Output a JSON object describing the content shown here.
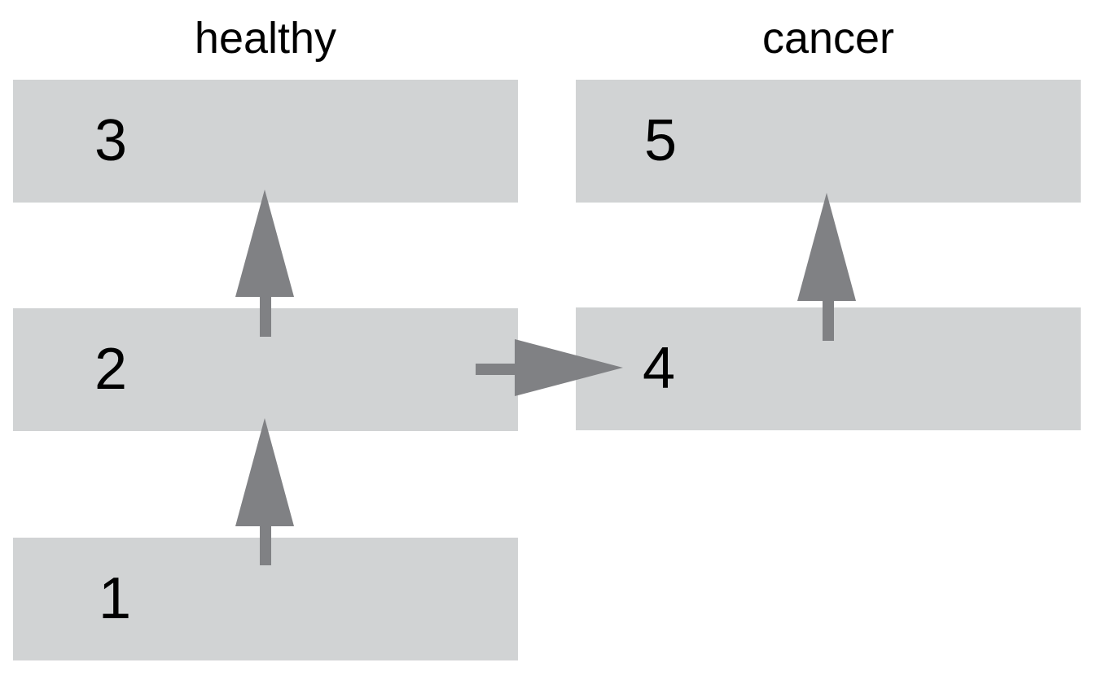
{
  "columns": {
    "left_title": "healthy",
    "right_title": "cancer"
  },
  "boxes": {
    "b1": "1",
    "b2": "2",
    "b3": "3",
    "b4": "4",
    "b5": "5"
  },
  "colors": {
    "box_fill": "#d1d3d4",
    "arrow": "#808184",
    "text": "#000000"
  }
}
